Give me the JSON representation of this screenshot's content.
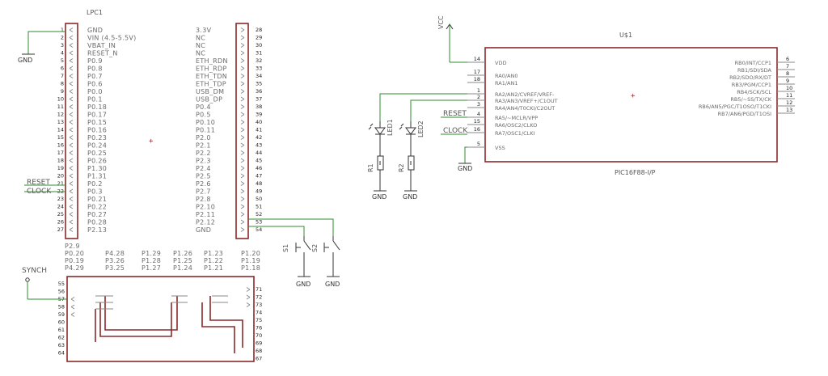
{
  "lpc": {
    "name": "LPC1",
    "left_pins": [
      {
        "n": "1",
        "name": "GND"
      },
      {
        "n": "2",
        "name": "VIN (4.5-5.5V)"
      },
      {
        "n": "3",
        "name": "VBAT_IN"
      },
      {
        "n": "4",
        "name": "RESET_N"
      },
      {
        "n": "5",
        "name": "P0.9"
      },
      {
        "n": "6",
        "name": "P0.8"
      },
      {
        "n": "7",
        "name": "P0.7"
      },
      {
        "n": "8",
        "name": "P0.6"
      },
      {
        "n": "9",
        "name": "P0.0"
      },
      {
        "n": "10",
        "name": "P0.1"
      },
      {
        "n": "11",
        "name": "P0.18"
      },
      {
        "n": "12",
        "name": "P0.17"
      },
      {
        "n": "13",
        "name": "P0.15"
      },
      {
        "n": "14",
        "name": "P0.16"
      },
      {
        "n": "15",
        "name": "P0.23"
      },
      {
        "n": "16",
        "name": "P0.24"
      },
      {
        "n": "17",
        "name": "P0.25"
      },
      {
        "n": "18",
        "name": "P0.26"
      },
      {
        "n": "19",
        "name": "P1.30"
      },
      {
        "n": "20",
        "name": "P1.31"
      },
      {
        "n": "21",
        "name": "P0.2"
      },
      {
        "n": "22",
        "name": "P0.3"
      },
      {
        "n": "23",
        "name": "P0.21"
      },
      {
        "n": "24",
        "name": "P0.22"
      },
      {
        "n": "25",
        "name": "P0.27"
      },
      {
        "n": "26",
        "name": "P0.28"
      },
      {
        "n": "27",
        "name": "P2.13"
      }
    ],
    "right_pins": [
      {
        "n": "28",
        "name": "3.3V"
      },
      {
        "n": "29",
        "name": "NC"
      },
      {
        "n": "30",
        "name": "NC"
      },
      {
        "n": "31",
        "name": "NC"
      },
      {
        "n": "32",
        "name": "ETH_RDN"
      },
      {
        "n": "33",
        "name": "ETH_RDP"
      },
      {
        "n": "34",
        "name": "ETH_TDN"
      },
      {
        "n": "35",
        "name": "ETH_TDP"
      },
      {
        "n": "36",
        "name": "USB_DM"
      },
      {
        "n": "37",
        "name": "USB_DP"
      },
      {
        "n": "38",
        "name": "P0.4"
      },
      {
        "n": "39",
        "name": "P0.5"
      },
      {
        "n": "40",
        "name": "P0.10"
      },
      {
        "n": "41",
        "name": "P0.11"
      },
      {
        "n": "42",
        "name": "P2.0"
      },
      {
        "n": "43",
        "name": "P2.1"
      },
      {
        "n": "44",
        "name": "P2.2"
      },
      {
        "n": "45",
        "name": "P2.3"
      },
      {
        "n": "46",
        "name": "P2.4"
      },
      {
        "n": "47",
        "name": "P2.5"
      },
      {
        "n": "48",
        "name": "P2.6"
      },
      {
        "n": "49",
        "name": "P2.7"
      },
      {
        "n": "50",
        "name": "P2.8"
      },
      {
        "n": "51",
        "name": "P2.10"
      },
      {
        "n": "52",
        "name": "P2.11"
      },
      {
        "n": "53",
        "name": "P2.12"
      },
      {
        "n": "54",
        "name": "GND"
      }
    ],
    "bottom_left_pins": [
      "55",
      "56",
      "57",
      "58",
      "59",
      "60",
      "61",
      "62",
      "63",
      "64"
    ],
    "bottom_right_pins": [
      "71",
      "72",
      "73",
      "74",
      "75",
      "76",
      "70",
      "69",
      "68",
      "67"
    ],
    "bottom_labels": [
      {
        "lines": [
          "P2.9",
          "P0.20",
          "P0.19",
          "P4.29"
        ]
      },
      {
        "lines": [
          "P4.28",
          "P3.26",
          "P3.25"
        ]
      },
      {
        "lines": [
          "P1.29",
          "P1.28",
          "P1.27"
        ]
      },
      {
        "lines": [
          "P1.26",
          "P1.25",
          "P1.24"
        ]
      },
      {
        "lines": [
          "P1.23",
          "P1.22",
          "P1.21"
        ]
      },
      {
        "lines": [
          "P1.20",
          "P1.19",
          "P1.18"
        ]
      }
    ]
  },
  "pic": {
    "name": "U$1",
    "part": "PIC16F88-I/P",
    "left_pins": [
      {
        "n": "14",
        "name": "VDD"
      },
      {
        "n": "17",
        "name": "RA0/AN0"
      },
      {
        "n": "18",
        "name": "RA1/AN1"
      },
      {
        "n": "1",
        "name": "RA2/AN2/CVREF/VREF-"
      },
      {
        "n": "2",
        "name": "RA3/AN3/VREF+/C1OUT"
      },
      {
        "n": "3",
        "name": "RA4/AN4/T0CKI/C2OUT"
      },
      {
        "n": "4",
        "name": "RA5/~MCLR/VPP"
      },
      {
        "n": "15",
        "name": "RA6/OSC2/CLKO"
      },
      {
        "n": "16",
        "name": "RA7/OSC1/CLKI"
      },
      {
        "n": "5",
        "name": "VSS"
      }
    ],
    "right_pins": [
      {
        "n": "6",
        "name": "RB0/INT/CCP1"
      },
      {
        "n": "7",
        "name": "RB1/SDI/SDA"
      },
      {
        "n": "8",
        "name": "RB2/SDO/RX/DT"
      },
      {
        "n": "9",
        "name": "RB3/PGM/CCP1"
      },
      {
        "n": "10",
        "name": "RB4/SCK/SCL"
      },
      {
        "n": "11",
        "name": "RB5/~SS/TX/CK"
      },
      {
        "n": "12",
        "name": "RB6/AN5/PGC/T1OSO/T1CKI"
      },
      {
        "n": "13",
        "name": "RB7/AN6/PGD/T1OSI"
      }
    ]
  },
  "nets": {
    "reset": "RESET",
    "clock": "CLOCK",
    "synch": "SYNCH",
    "vcc": "VCC",
    "gnd": "GND"
  },
  "parts": {
    "led1": "LED1",
    "led2": "LED2",
    "r1": "R1",
    "r2": "R2",
    "s1": "S1",
    "s2": "S2"
  }
}
